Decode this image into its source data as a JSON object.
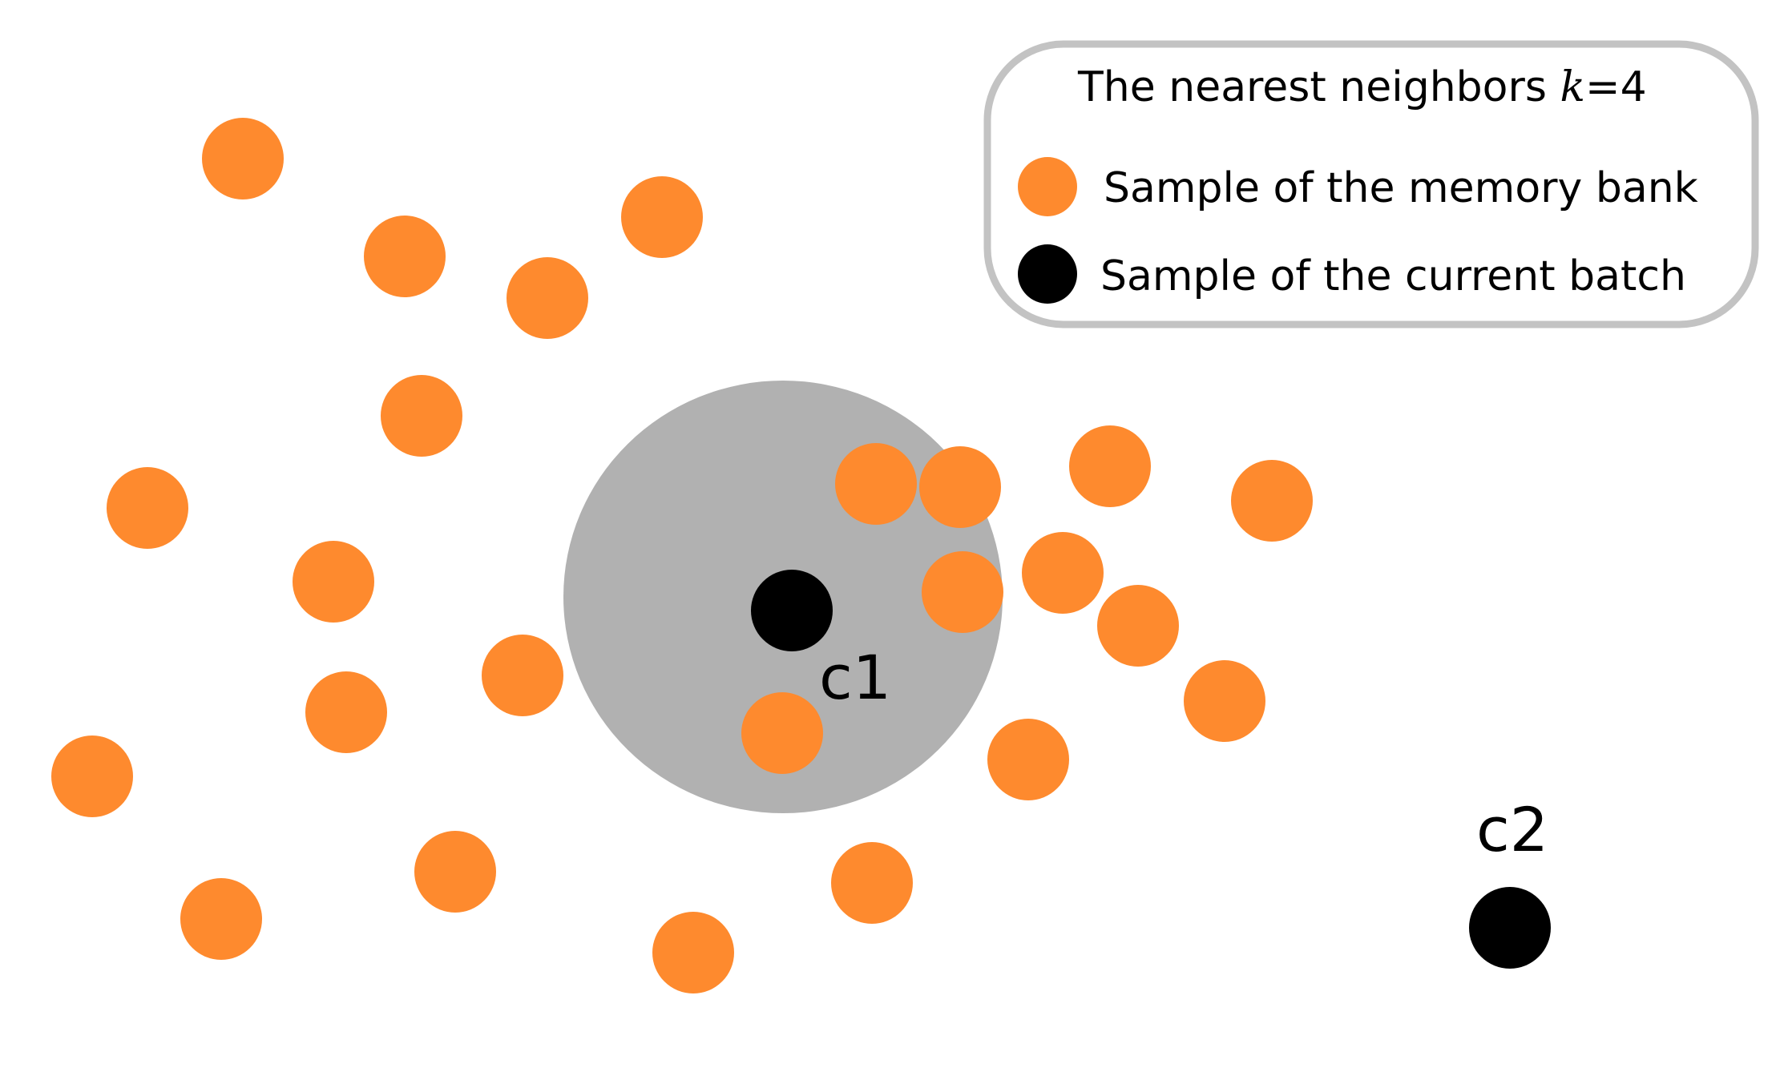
{
  "legend": {
    "title_prefix": "The nearest neighbors ",
    "title_variable": "k",
    "title_suffix": "=4",
    "memory_bank_label": "Sample of the memory bank",
    "current_batch_label": "Sample of the current batch"
  },
  "points": {
    "c1_label": "c1",
    "c2_label": "c2"
  },
  "colors": {
    "memory_bank": "#fe8a2e",
    "current_batch": "#000000",
    "neighborhood": "#b1b1b1",
    "legend_border": "#c3c3c3"
  }
}
